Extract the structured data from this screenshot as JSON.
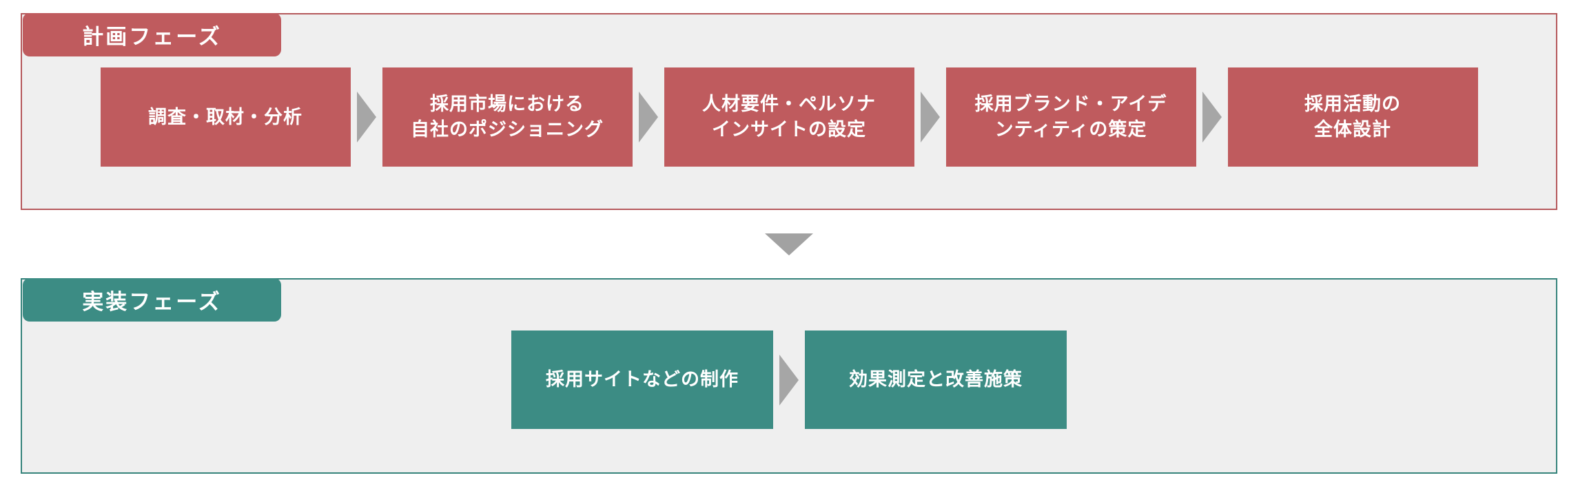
{
  "diagram": {
    "description": "Two-phase recruitment branding process flow",
    "text_color": "#ffffff",
    "panel_bg": "#efefef",
    "arrow_color": "#a6a6a6",
    "phases": [
      {
        "label": "計画フェーズ",
        "fill": "#bf5b5e",
        "border": "#b5585b",
        "steps": [
          "調査・取材・分析",
          "採用市場における\n自社のポジショニング",
          "人材要件・ペルソナ\nインサイトの設定",
          "採用ブランド・アイデ\nンティティの策定",
          "採用活動の\n全体設計"
        ]
      },
      {
        "label": "実装フェーズ",
        "fill": "#3c8c84",
        "border": "#35837b",
        "steps": [
          "採用サイトなどの制作",
          "効果測定と改善施策"
        ]
      }
    ]
  }
}
